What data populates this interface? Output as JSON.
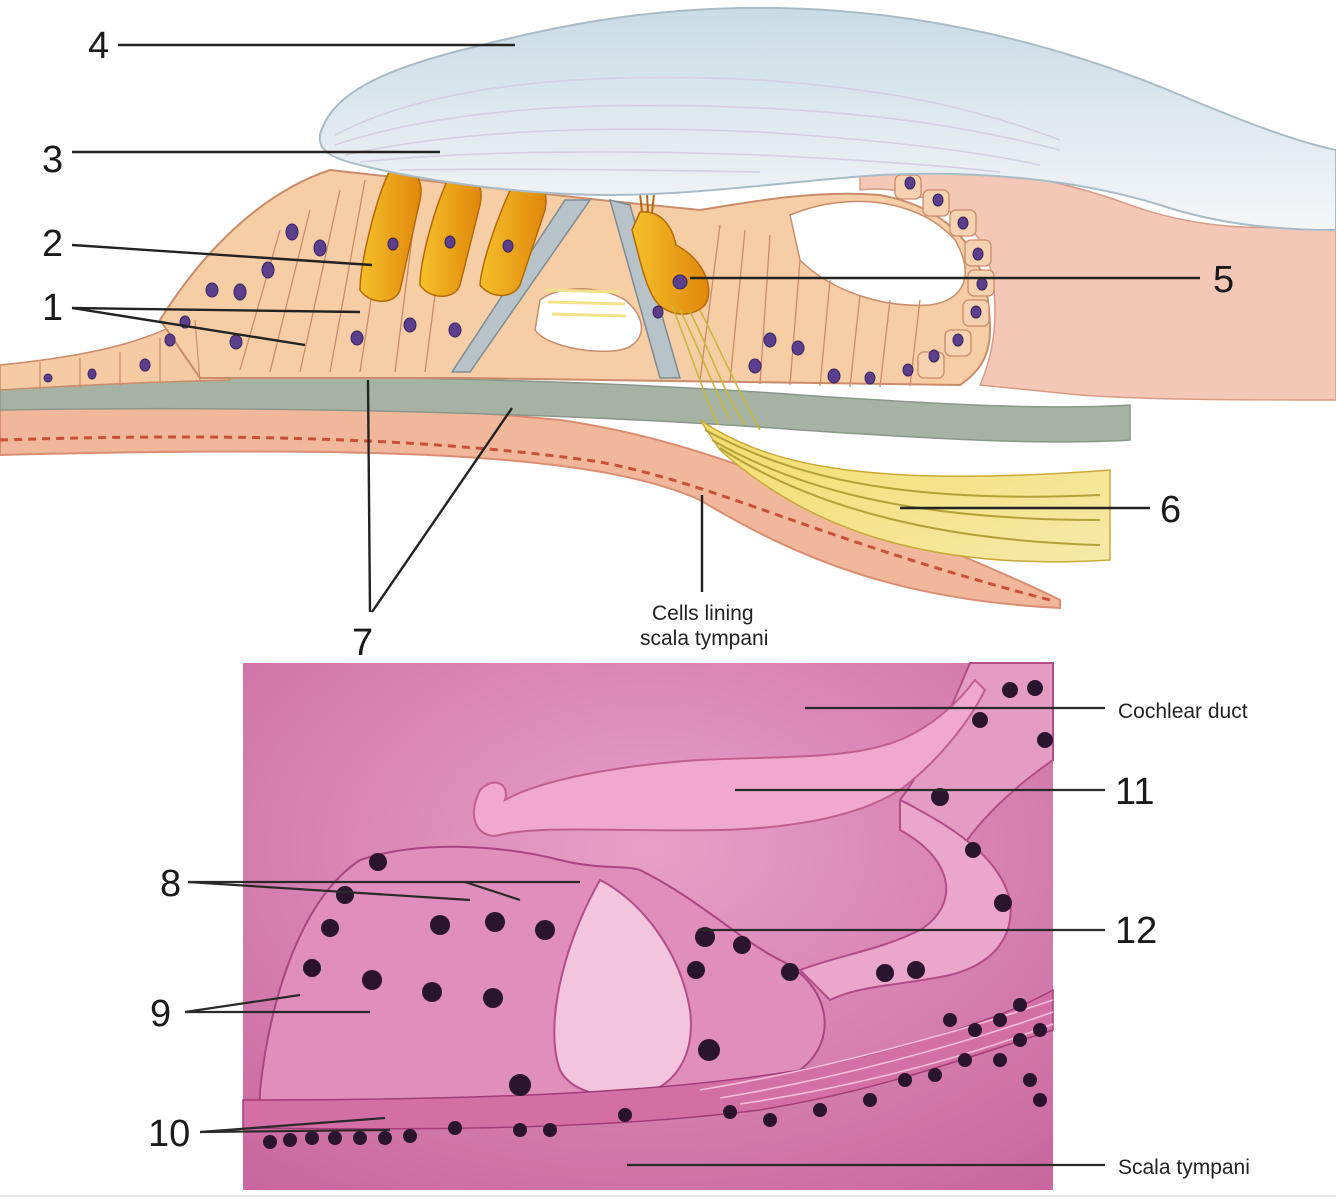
{
  "labels": {
    "n1": "1",
    "n2": "2",
    "n3": "3",
    "n4": "4",
    "n5": "5",
    "n6": "6",
    "n7": "7",
    "n8": "8",
    "n9": "9",
    "n10": "10",
    "n11": "11",
    "n12": "12"
  },
  "captions": {
    "cells_lining_line1": "Cells lining",
    "cells_lining_line2": "scala tympani",
    "cochlear_duct": "Cochlear duct",
    "scala_tympani": "Scala tympani"
  },
  "colors": {
    "tectorial": "#dfe9ef",
    "epithelium": "#f6c9a0",
    "hair_cell": "#f2a91c",
    "nucleus": "#5b3e8c",
    "basilar": "#9aa79a",
    "nerve": "#e8d25a",
    "micrograph_bg": "#d97fb0",
    "stain_dark": "#2a1430"
  }
}
